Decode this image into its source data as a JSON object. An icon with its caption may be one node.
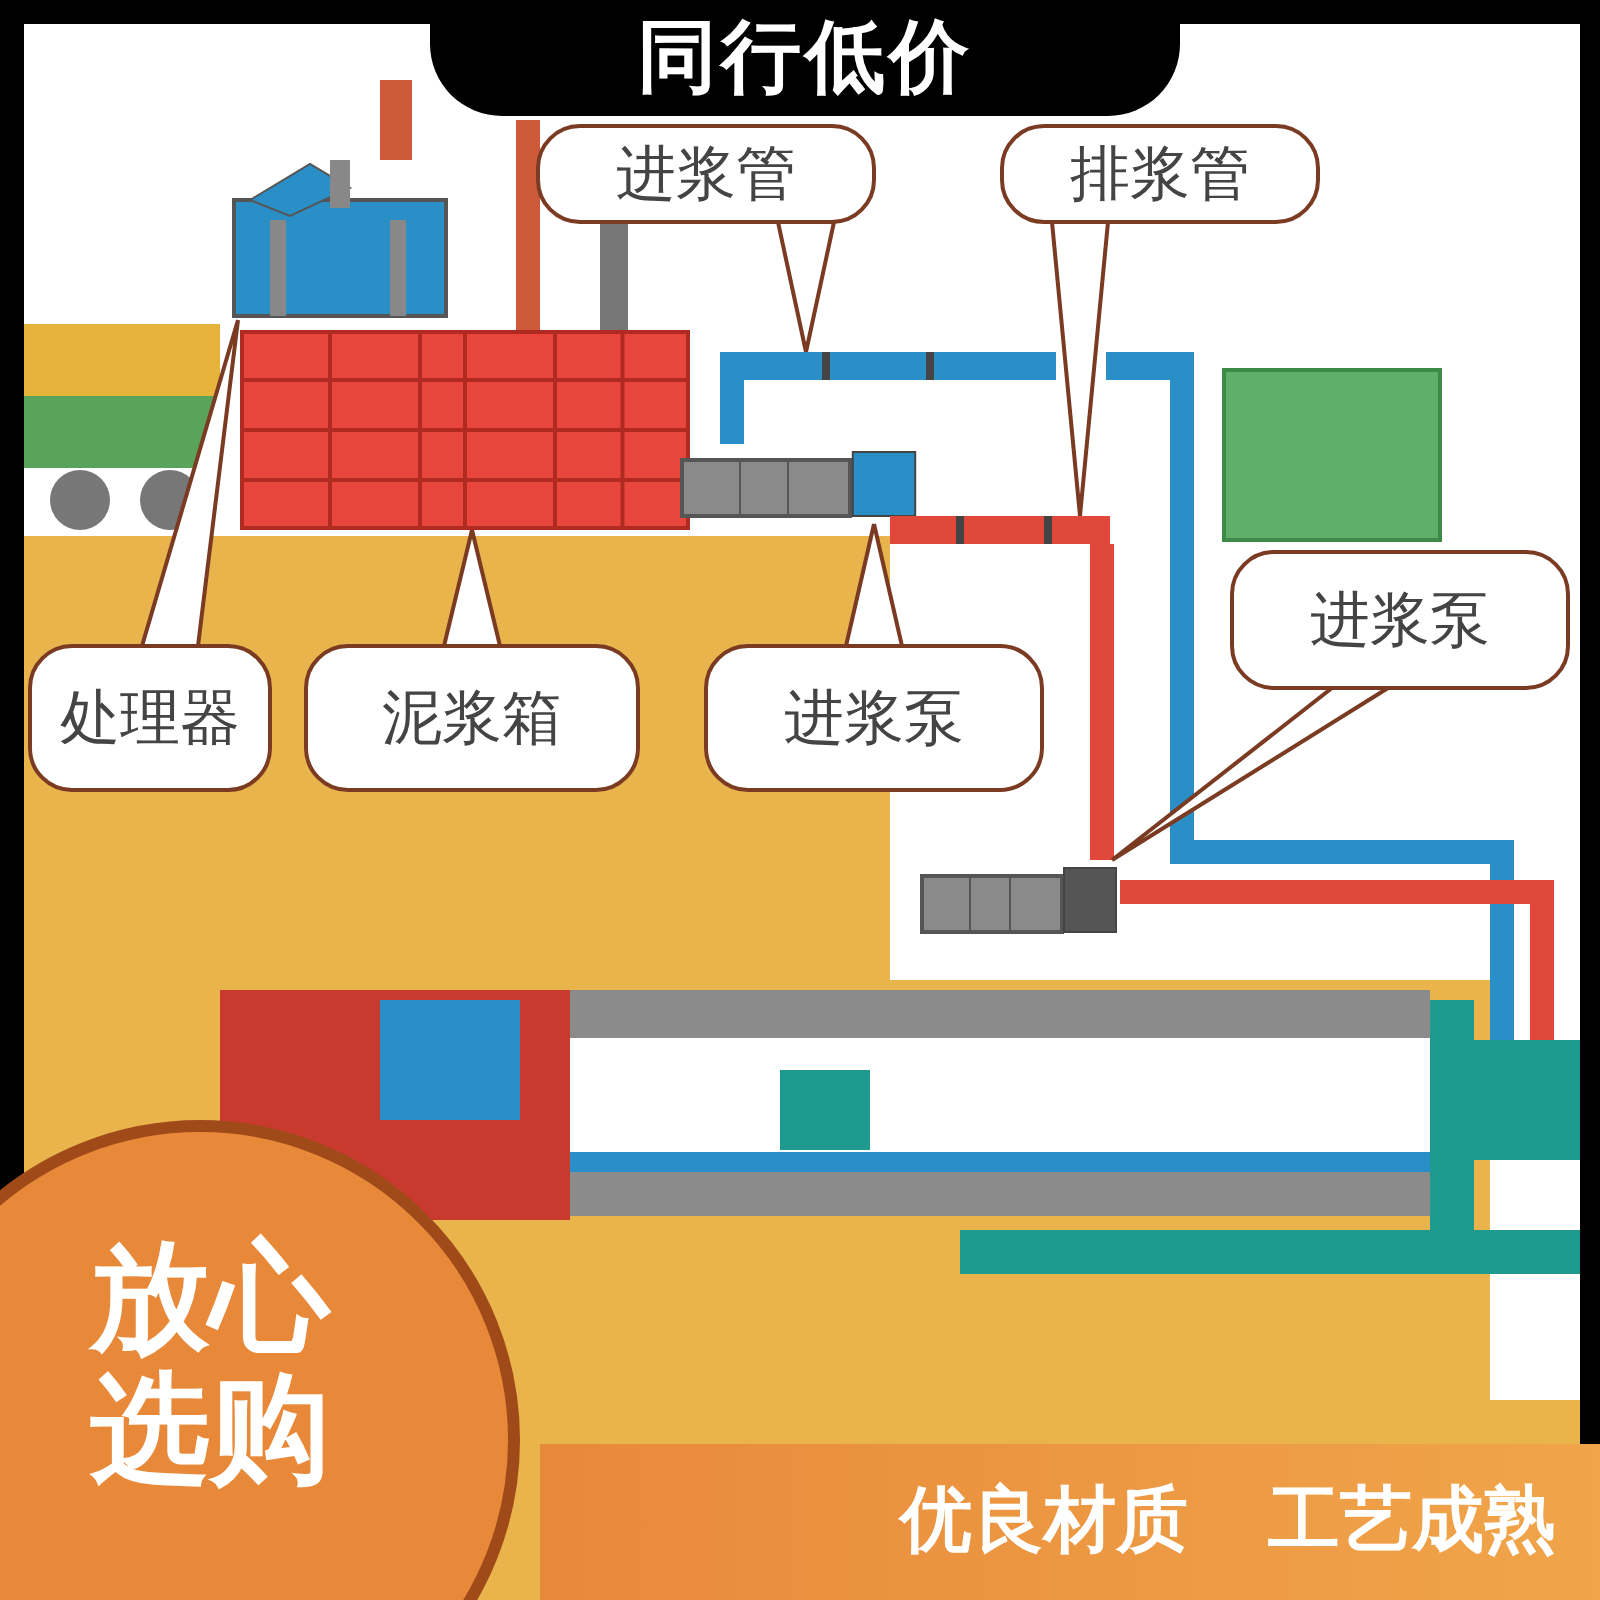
{
  "diagram": {
    "nodes": [
      {
        "text": [
          "进浆管"
        ]
      },
      {
        "text": [
          "排浆管"
        ]
      },
      {
        "text": [
          "处理器"
        ]
      },
      {
        "text": [
          "泥浆箱"
        ]
      },
      {
        "text": [
          "进浆泵"
        ]
      },
      {
        "text": [
          "进浆泵"
        ]
      },
      {
        "text": [],
        "shape": "picture"
      },
      {
        "text": [],
        "shape": "picture"
      },
      {
        "text": [],
        "shape": "picture"
      },
      {
        "text": [],
        "shape": "picture"
      },
      {
        "text": [],
        "shape": "picture"
      },
      {
        "text": [],
        "shape": "picture"
      }
    ],
    "edges": [
      {
        "from": 0,
        "to": 9,
        "arrow": "none"
      },
      {
        "from": 1,
        "to": 10,
        "arrow": "none"
      },
      {
        "from": 2,
        "to": 6,
        "arrow": "none"
      },
      {
        "from": 3,
        "to": 7,
        "arrow": "none"
      },
      {
        "from": 4,
        "to": 8,
        "arrow": "none"
      },
      {
        "from": 5,
        "to": 11,
        "arrow": "none"
      }
    ],
    "labels": [
      "同行低价",
      "放心选购",
      "优良材质",
      "工艺成熟"
    ]
  }
}
